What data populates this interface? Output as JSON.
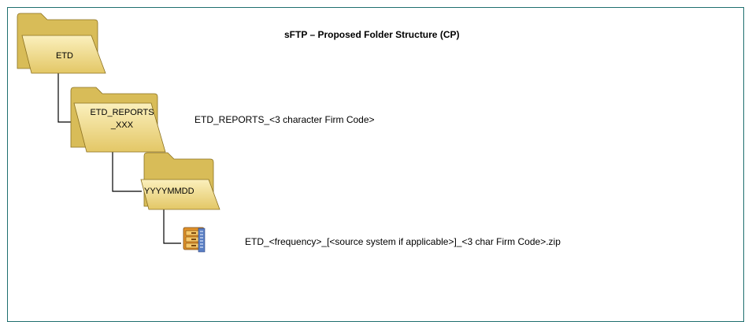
{
  "title": "sFTP – Proposed Folder Structure (CP)",
  "folders": {
    "root": {
      "label": "ETD"
    },
    "reports": {
      "label_line1": "ETD_REPORTS",
      "label_line2": "_XXX"
    },
    "date": {
      "label": "YYYYMMDD"
    }
  },
  "descriptions": {
    "reports": "ETD_REPORTS_<3 character Firm Code>",
    "file": "ETD_<frequency>_[<source system if applicable>]_<3 char Firm Code>.zip"
  },
  "icons": {
    "folder": "folder-icon",
    "archive": "zip-archive-icon"
  },
  "colors": {
    "folder_front": "#f2dd8c",
    "folder_back": "#c9a93e",
    "folder_edge": "#8a7020",
    "frame_border": "#1f6f6f"
  }
}
